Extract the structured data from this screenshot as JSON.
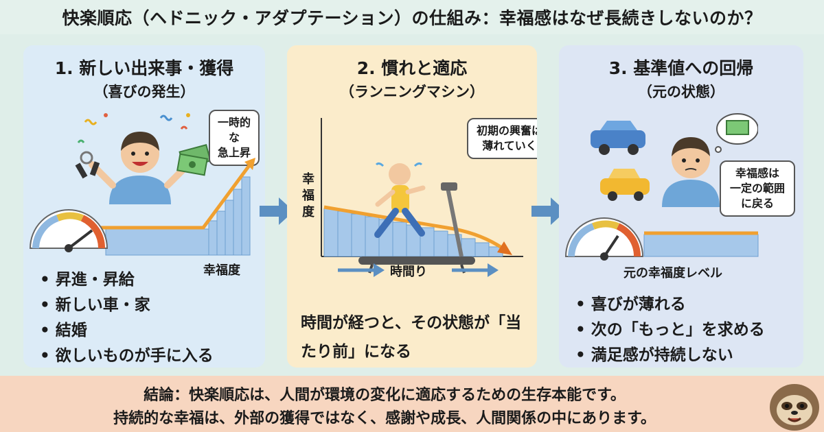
{
  "title": "快楽順応（ヘドニック・アダプテーション）の仕組み：幸福感はなぜ長続きしないのか？",
  "panels": [
    {
      "title": "1. 新しい出来事・獲得",
      "subtitle": "（喜びの発生）",
      "bubble": [
        "一時的な",
        "急上昇"
      ],
      "axis_label": "幸福度",
      "bullets": [
        "昇進・昇給",
        "新しい車・家",
        "結婚",
        "欲しいものが手に入る"
      ]
    },
    {
      "title": "2. 慣れと適応",
      "subtitle": "（ランニングマシン）",
      "bubble": [
        "初期の興奮は",
        "薄れていく"
      ],
      "y_label": "幸福度",
      "x_label": "時間り",
      "text": "時間が経つと、その状態が「当たり前」になる"
    },
    {
      "title": "3. 基準値への回帰",
      "subtitle": "（元の状態）",
      "bubble": [
        "幸福感は",
        "一定の範囲",
        "に戻る"
      ],
      "axis_label": "元の幸福度レベル",
      "bullets": [
        "喜びが薄れる",
        "次の「もっと」を求める",
        "満足感が持続しない"
      ]
    }
  ],
  "footer": {
    "line1": "結論：快楽順応は、人間が環境の変化に適応するための生存本能です。",
    "line2": "持続的な幸福は、外部の獲得ではなく、感謝や成長、人間関係の中にあります。"
  },
  "colors": {
    "accent_orange": "#f0a030",
    "flow_arrow": "#5b8fc2",
    "chart_blue": "#9ec3e6"
  }
}
